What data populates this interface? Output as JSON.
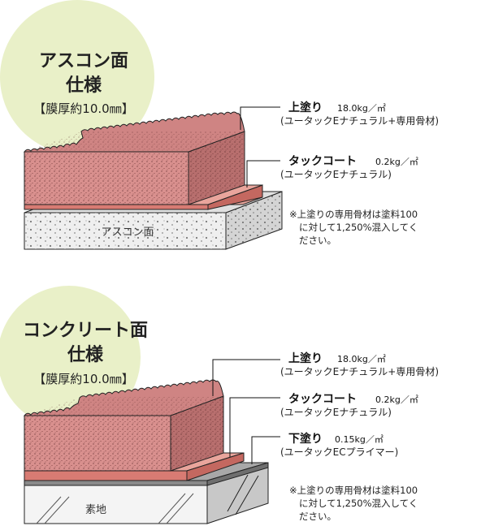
{
  "sections": [
    {
      "title_line1": "アスコン面",
      "title_line2": "仕様",
      "thickness": "【膜厚約10.0㎜】",
      "base_label": "アスコン面",
      "layers": [
        {
          "name": "上塗り",
          "amount": "18.0kg／㎡",
          "desc": "(ユータックEナチュラル+専用骨材)"
        },
        {
          "name": "タックコート",
          "amount": "0.2kg／㎡",
          "desc": "(ユータックEナチュラル)"
        }
      ],
      "note": [
        "※上塗りの専用骨材は塗料100",
        "に対して1,250%混入してく",
        "ださい。"
      ]
    },
    {
      "title_line1": "コンクリート面",
      "title_line2": "仕様",
      "thickness": "【膜厚約10.0㎜】",
      "base_label": "素地",
      "layers": [
        {
          "name": "上塗り",
          "amount": "18.0kg／㎡",
          "desc": "(ユータックEナチュラル+専用骨材)"
        },
        {
          "name": "タックコート",
          "amount": "0.2kg／㎡",
          "desc": "(ユータックEナチュラル)"
        },
        {
          "name": "下塗り",
          "amount": "0.15kg／㎡",
          "desc": "(ユータックECプライマー)"
        }
      ],
      "note": [
        "※上塗りの専用骨材は塗料100",
        "に対して1,250%混入してく",
        "ださい。"
      ]
    }
  ],
  "colors": {
    "title_circle": "#e9f0c8",
    "topcoat_front": "#d9908e",
    "topcoat_side": "#b86f6e",
    "topcoat_top": "#cf8483",
    "tackcoat_front": "#d87b73",
    "tackcoat_top": "#e9a59c",
    "primer": "#8a8a8a",
    "asphalt_front": "#efefef",
    "asphalt_side": "#d4d4d4",
    "concrete_front": "#f4f4f4",
    "concrete_side": "#c8c8c8"
  }
}
